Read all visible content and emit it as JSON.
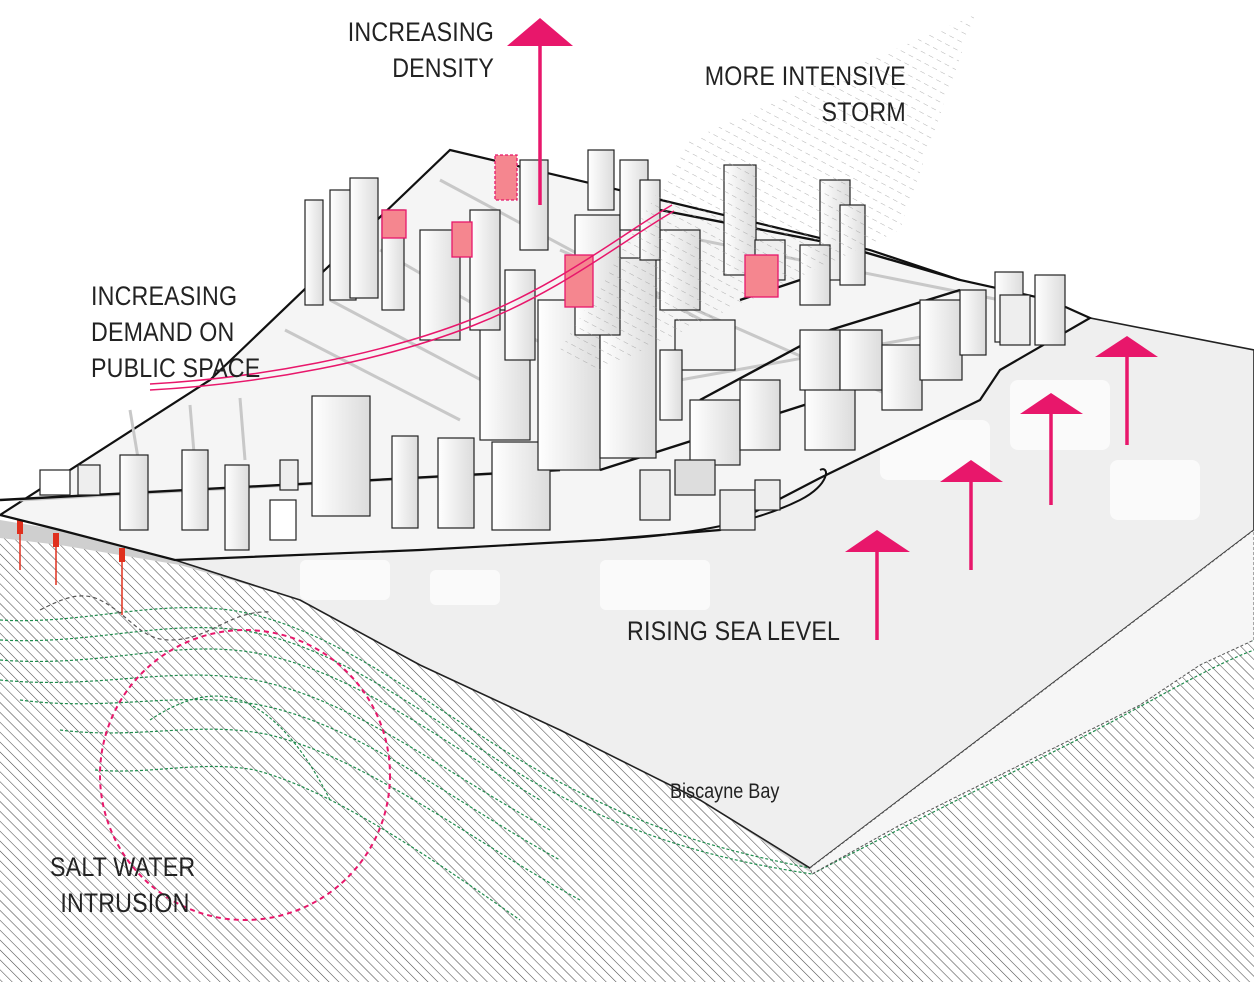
{
  "labels": {
    "density": [
      "INCREASING",
      "DENSITY"
    ],
    "storm": [
      "MORE INTENSIVE",
      "STORM"
    ],
    "public_space": [
      "INCREASING",
      "DEMAND ON",
      "PUBLIC SPACE"
    ],
    "sea_level": "RISING SEA LEVEL",
    "salt_water": [
      "SALT WATER",
      "INTRUSION"
    ],
    "bay": "Biscayne Bay"
  },
  "colors": {
    "accent": "#e8176b",
    "highlight": "#f5868f",
    "groundwater": "#1f8a4c",
    "hatch": "#444444",
    "water_surface": "#f1f1f1",
    "water_side": "#f4f4f4",
    "land": "#f6f6f6"
  },
  "icons": {
    "arrow": "up-arrow-icon",
    "circle": "dashed-circle-icon"
  }
}
